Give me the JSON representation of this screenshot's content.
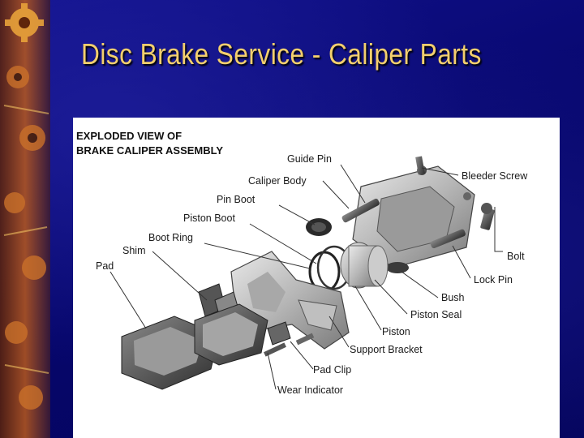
{
  "slide": {
    "title": "Disc Brake Service - Caliper Parts"
  },
  "diagram": {
    "heading_line1": "EXPLODED VIEW OF",
    "heading_line2": "BRAKE CALIPER ASSEMBLY",
    "labels": {
      "guide_pin": "Guide Pin",
      "caliper_body": "Caliper Body",
      "pin_boot": "Pin Boot",
      "piston_boot": "Piston Boot",
      "boot_ring": "Boot Ring",
      "shim": "Shim",
      "pad": "Pad",
      "bleeder_screw": "Bleeder Screw",
      "bolt": "Bolt",
      "lock_pin": "Lock Pin",
      "bush": "Bush",
      "piston_seal": "Piston Seal",
      "piston": "Piston",
      "support_bracket": "Support Bracket",
      "pad_clip": "Pad Clip",
      "wear_indicator": "Wear Indicator"
    }
  },
  "colors": {
    "background": "#0a0a7a",
    "title": "#f3cf6e",
    "panel": "#ffffff"
  }
}
